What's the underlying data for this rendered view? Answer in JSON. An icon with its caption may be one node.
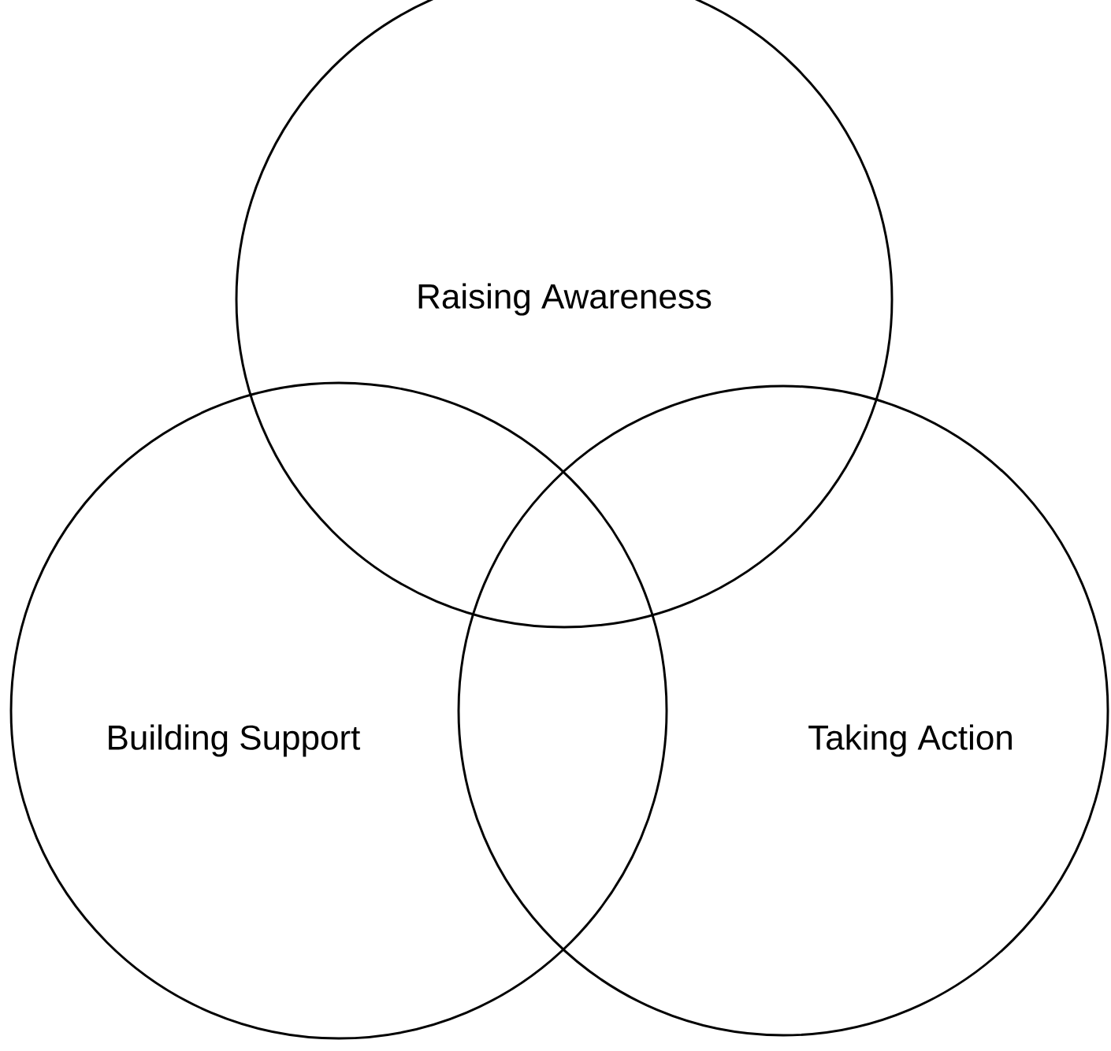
{
  "diagram": {
    "nodes": [
      {
        "text": [
          "Raising Awareness"
        ]
      },
      {
        "text": [
          "Building Support"
        ]
      },
      {
        "text": [
          "Taking Action"
        ]
      }
    ]
  }
}
